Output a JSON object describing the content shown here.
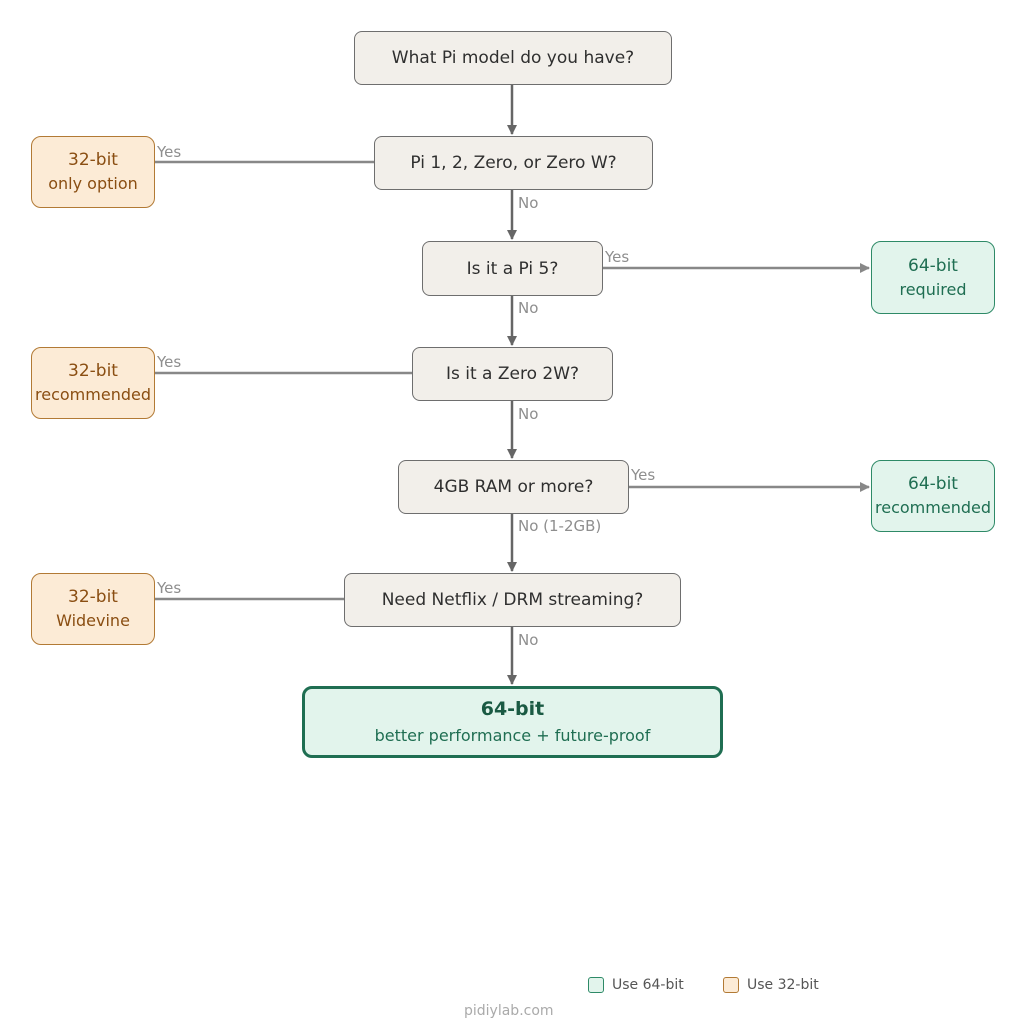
{
  "questions": {
    "model": "What Pi model do you have?",
    "old": "Pi 1, 2, Zero, or Zero W?",
    "pi5": "Is it a Pi 5?",
    "zero2w": "Is it a Zero 2W?",
    "ram": "4GB RAM or more?",
    "drm": "Need Netflix / DRM streaming?"
  },
  "results": {
    "only_option": {
      "title": "32-bit",
      "sub": "only option"
    },
    "required": {
      "title": "64-bit",
      "sub": "required"
    },
    "recommended32": {
      "title": "32-bit",
      "sub": "recommended"
    },
    "recommended64": {
      "title": "64-bit",
      "sub": "recommended"
    },
    "widevine": {
      "title": "32-bit",
      "sub": "Widevine"
    },
    "final": {
      "title": "64-bit",
      "sub": "better performance + future-proof"
    }
  },
  "edge_labels": {
    "yes": "Yes",
    "no": "No",
    "no_low_ram": "No (1-2GB)"
  },
  "legend": {
    "use64": "Use 64-bit",
    "use32": "Use 32-bit"
  },
  "footer": "pidiylab.com",
  "colors": {
    "question_fill": "#f2efea",
    "fill_64": "#e2f4ec",
    "border_64": "#2e8a67",
    "fill_32": "#fcebd6",
    "border_32": "#b27a35",
    "arrow_main": "#666666",
    "arrow_branch": "#888888"
  }
}
